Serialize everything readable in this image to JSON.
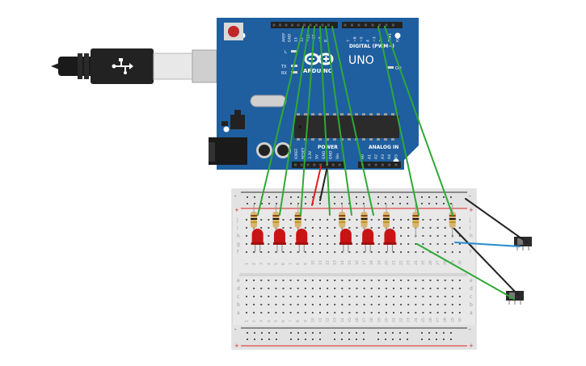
{
  "board": {
    "name": "Arduino Uno",
    "logo_text": "ARDUINO",
    "model": "UNO",
    "header_digital": "DIGITAL (PWM~)",
    "header_analog": "ANALOG IN",
    "header_power": "POWER",
    "led_labels": {
      "l": "L",
      "tx": "TX",
      "rx": "RX",
      "on": "ON"
    },
    "pin_labels_top": [
      "AREF",
      "GND",
      "13",
      "12",
      "~11",
      "~10",
      "~9",
      "8",
      "7",
      "~6",
      "~5",
      "4",
      "~3",
      "2",
      "TX▸1",
      "RX◂0"
    ],
    "pin_labels_power": [
      "IOREF",
      "RESET",
      "3.3V",
      "5V",
      "GND",
      "GND",
      "Vin"
    ],
    "pin_labels_analog": [
      "A0",
      "A1",
      "A2",
      "A3",
      "A4",
      "A5"
    ],
    "colors": {
      "board": "#1f5fa0",
      "header": "#222222",
      "chip": "#2b2b2b"
    }
  },
  "breadboard": {
    "top_rail_signs": [
      "-",
      "+"
    ],
    "bottom_rail_signs": [
      "+",
      "-"
    ],
    "row_letters_top": [
      "j",
      "i",
      "h",
      "g",
      "f"
    ],
    "row_letters_bottom": [
      "e",
      "d",
      "c",
      "b",
      "a"
    ],
    "column_numbers": [
      "1",
      "2",
      "3",
      "4",
      "5",
      "6",
      "7",
      "8",
      "9",
      "10",
      "11",
      "12",
      "13",
      "14",
      "15",
      "16",
      "17",
      "18",
      "19",
      "20",
      "21",
      "22",
      "23",
      "24",
      "25",
      "26",
      "27",
      "28",
      "29",
      "30"
    ]
  },
  "components": {
    "leds": {
      "count": 6,
      "color": "#c81414"
    },
    "resistors": {
      "count": 8,
      "body_color": "#d8b470"
    },
    "switches": {
      "count": 2
    }
  },
  "wire_colors": {
    "signal": "#2fa836",
    "power": "#e02020",
    "ground": "#222222",
    "blue": "#2a8fd0"
  }
}
